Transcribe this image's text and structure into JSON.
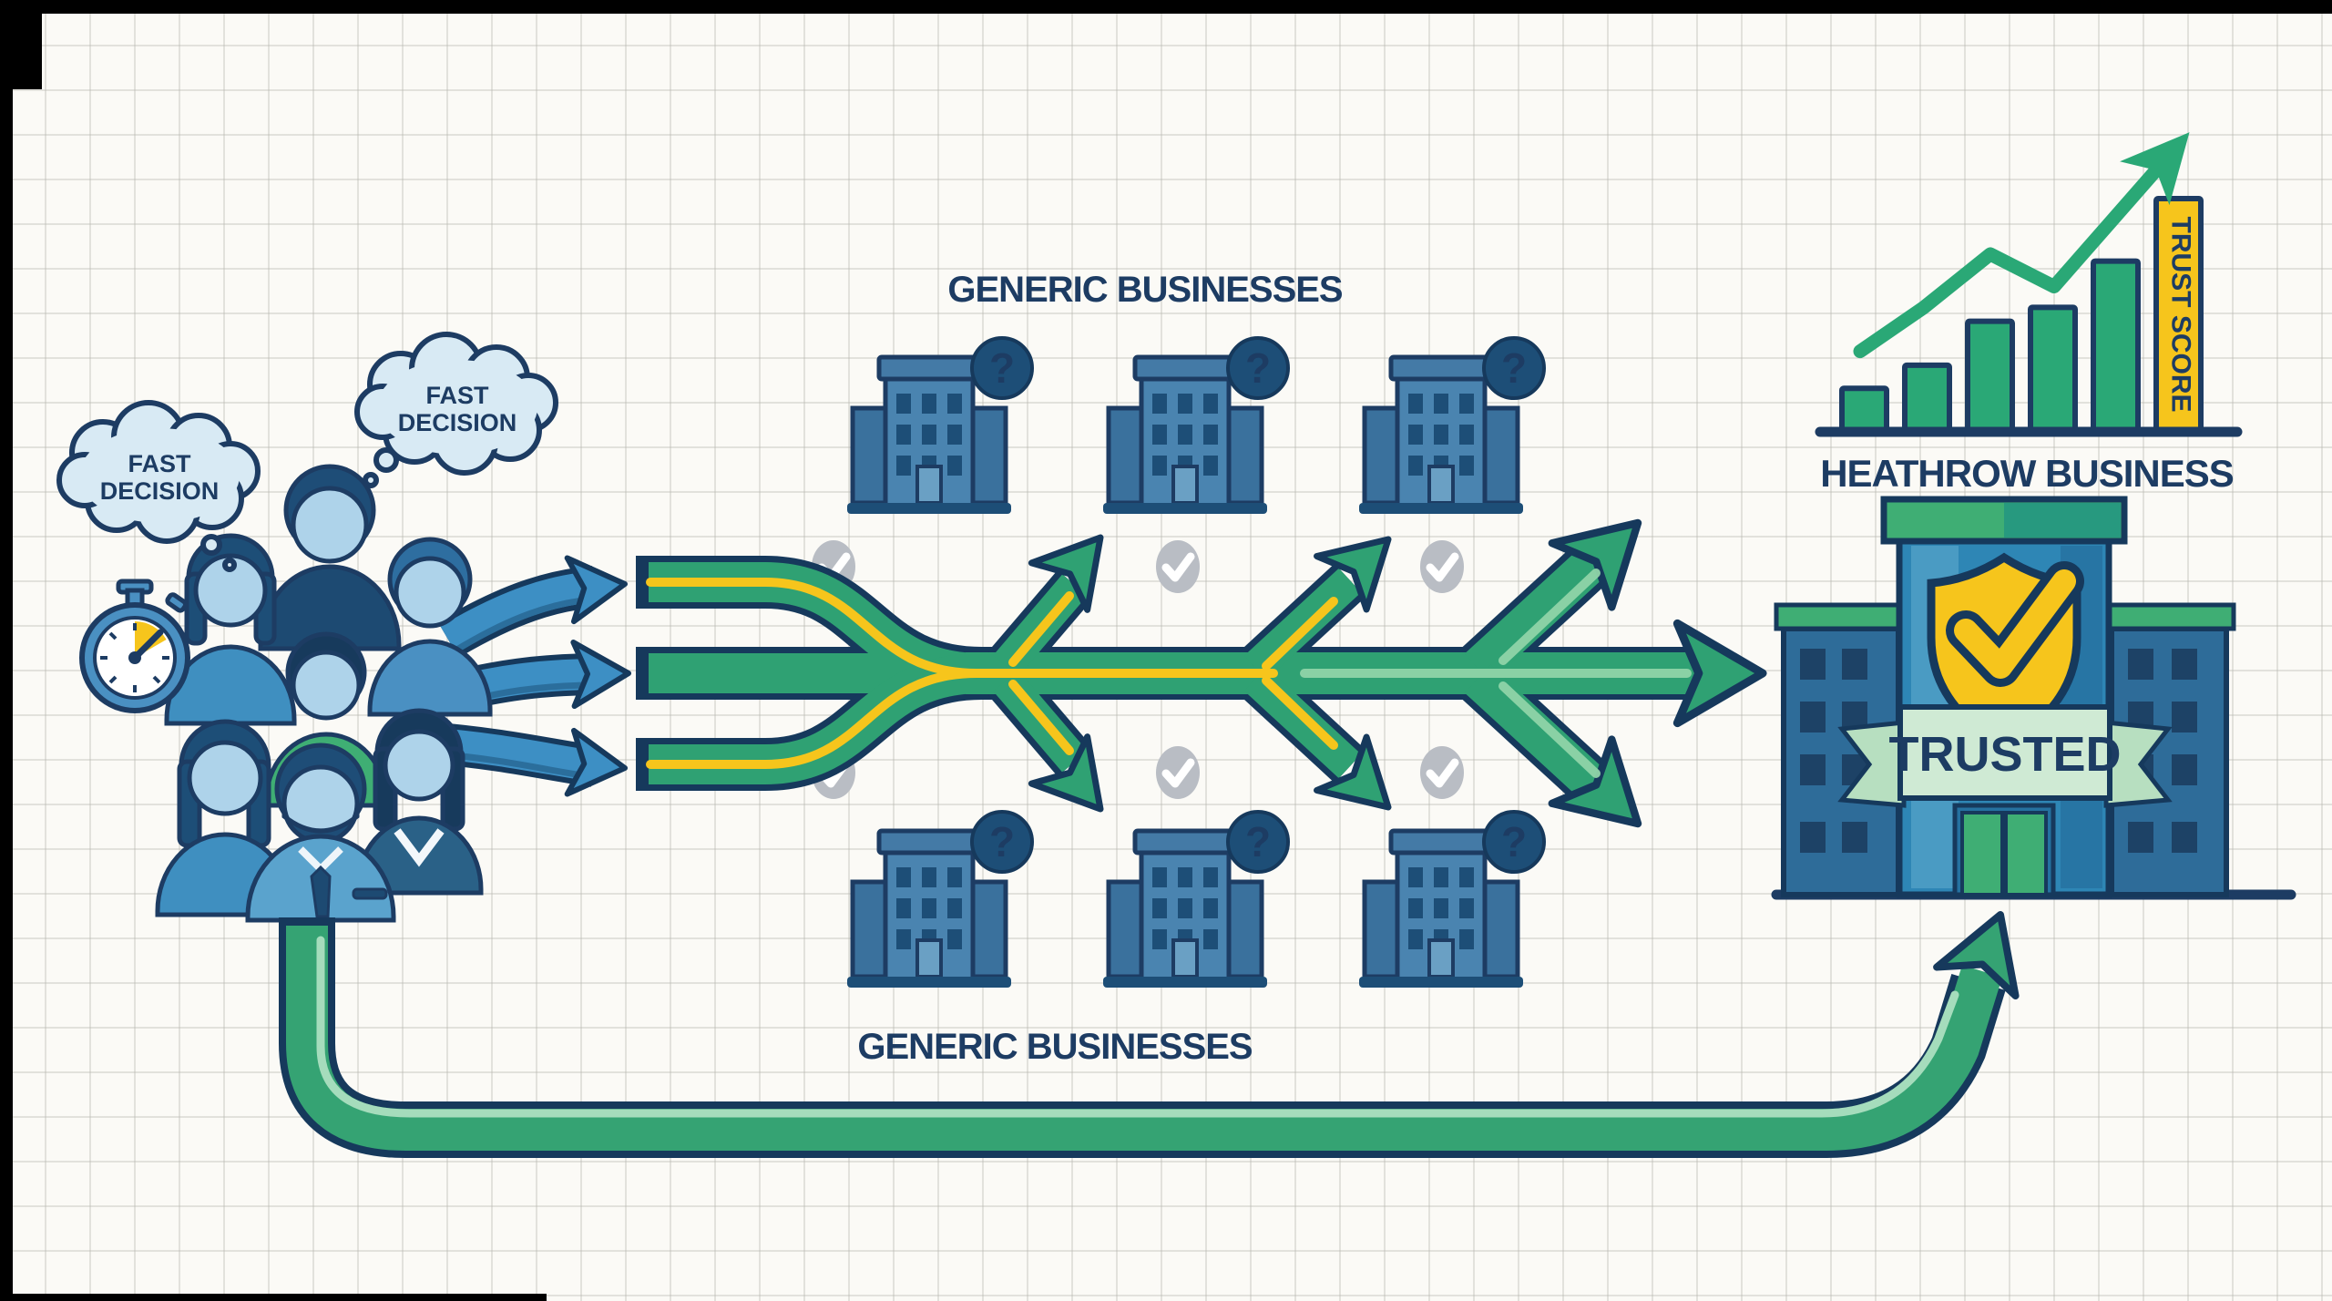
{
  "scene": {
    "description": "Infographic flow diagram: fast-deciding customers skip generic businesses and flow toward the trusted Heathrow business with a rising trust score"
  },
  "bubbles": {
    "left": [
      "FAST",
      "DECISION"
    ],
    "right": [
      "FAST",
      "DECISION"
    ]
  },
  "labels": {
    "generic_top": "GENERIC BUSINESSES",
    "generic_bottom": "GENERIC BUSINESSES",
    "heathrow": "HEATHROW BUSINESS",
    "trusted": "TRUSTED",
    "question_mark": "?"
  },
  "chart_data": {
    "type": "bar",
    "title": "TRUST SCORE",
    "categories": [
      "bar-1",
      "bar-2",
      "bar-3",
      "bar-4",
      "bar-5",
      "trust-score-bar"
    ],
    "values": [
      18,
      28,
      47,
      53,
      73,
      100
    ],
    "ylim": [
      0,
      100
    ],
    "grid": false,
    "bar_color": "#2aa876",
    "highlight_index": 5,
    "highlight_color": "#f6c51c",
    "highlight_label": "TRUST SCORE",
    "trend_line": {
      "color": "#2aa876",
      "points_frac_value": [
        [
          0.096,
          34
        ],
        [
          0.249,
          53
        ],
        [
          0.408,
          76
        ],
        [
          0.561,
          62
        ],
        [
          0.882,
          128
        ]
      ],
      "annotation": "rising green trend line with one dip, ends in upward arrow"
    }
  },
  "flow": {
    "merge_arrows": 3,
    "branch_junctions": 3,
    "check_circles": 6,
    "generic_buildings": 6,
    "path_note": "blue customer arrows merge into green trunk with yellow fast-lane stripe, branch arrows pass generic businesses, bottom loop arrow reaches trusted business"
  },
  "palette": {
    "navy": "#1d3c63",
    "outline_dark": "#16395c",
    "blue_arrow": "#3d8fc4",
    "blue_dark": "#1d4a72",
    "blue_mid": "#4a90c2",
    "face": "#aed3ea",
    "bubble_fill": "#d8eaf4",
    "green": "#2fa173",
    "green_light": "#8fd4a8",
    "yellow": "#f6c51c",
    "gray_check": "#b9bdc4",
    "building_blue": "#4a84b0",
    "building_wing": "#3a719d",
    "window_navy": "#1d4e77",
    "trusted_tower": "#2e86b5",
    "trusted_wing": "#2e6c99",
    "banner_fill": "#cfead4",
    "banner_tail": "#b7dfc0",
    "background": "#fbfaf6",
    "letterbox": "#000000"
  }
}
